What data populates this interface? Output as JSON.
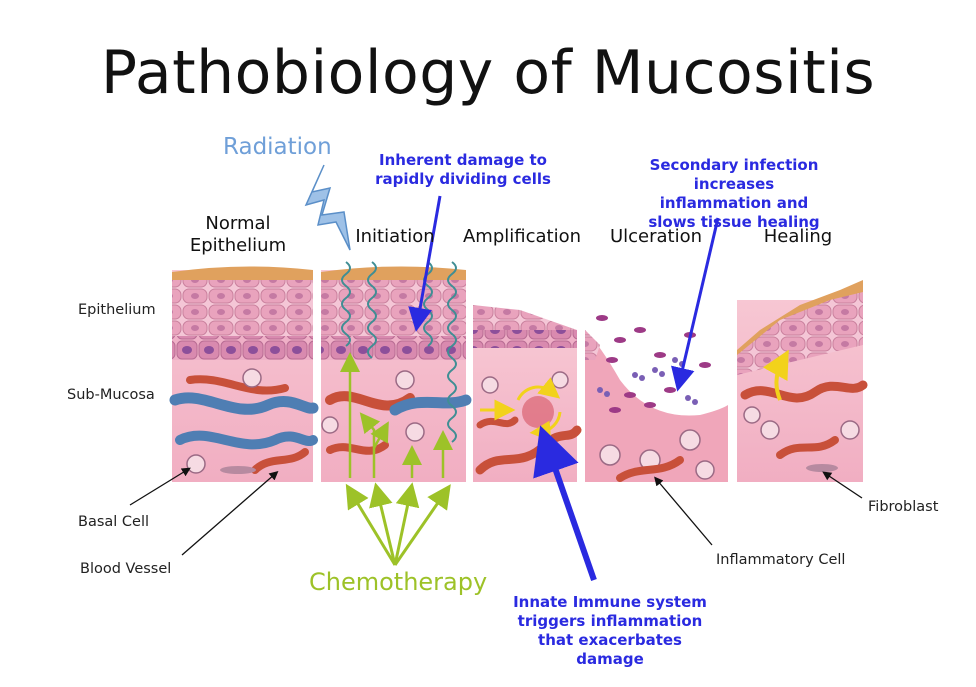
{
  "title": "Pathobiology of Mucositis",
  "stages": {
    "normal": "Normal Epithelium",
    "initiation": "Initiation",
    "amplification": "Amplification",
    "ulceration": "Ulceration",
    "healing": "Healing"
  },
  "labels": {
    "epithelium": "Epithelium",
    "submucosa": "Sub-Mucosa",
    "basal_cell": "Basal Cell",
    "blood_vessel": "Blood Vessel",
    "fibroblast": "Fibroblast",
    "inflammatory_cell": "Inflammatory Cell"
  },
  "agents": {
    "radiation": "Radiation",
    "chemotherapy": "Chemotherapy"
  },
  "annotations": {
    "inherent_damage": "Inherent damage to rapidly dividing cells",
    "secondary_infection": "Secondary infection increases inflammation and slows tissue healing",
    "innate_immune": "Innate Immune system triggers inflammation that exacerbates damage"
  },
  "colors": {
    "annotation_blue": "#2a2ae0",
    "radiation": "#6f9fd8",
    "chemotherapy": "#9dc228",
    "tissue_pink": "#f2b6c8",
    "epithelial_cell": "#e79ab7",
    "vessel_red": "#c8503a",
    "vessel_blue": "#4f7eb3"
  }
}
